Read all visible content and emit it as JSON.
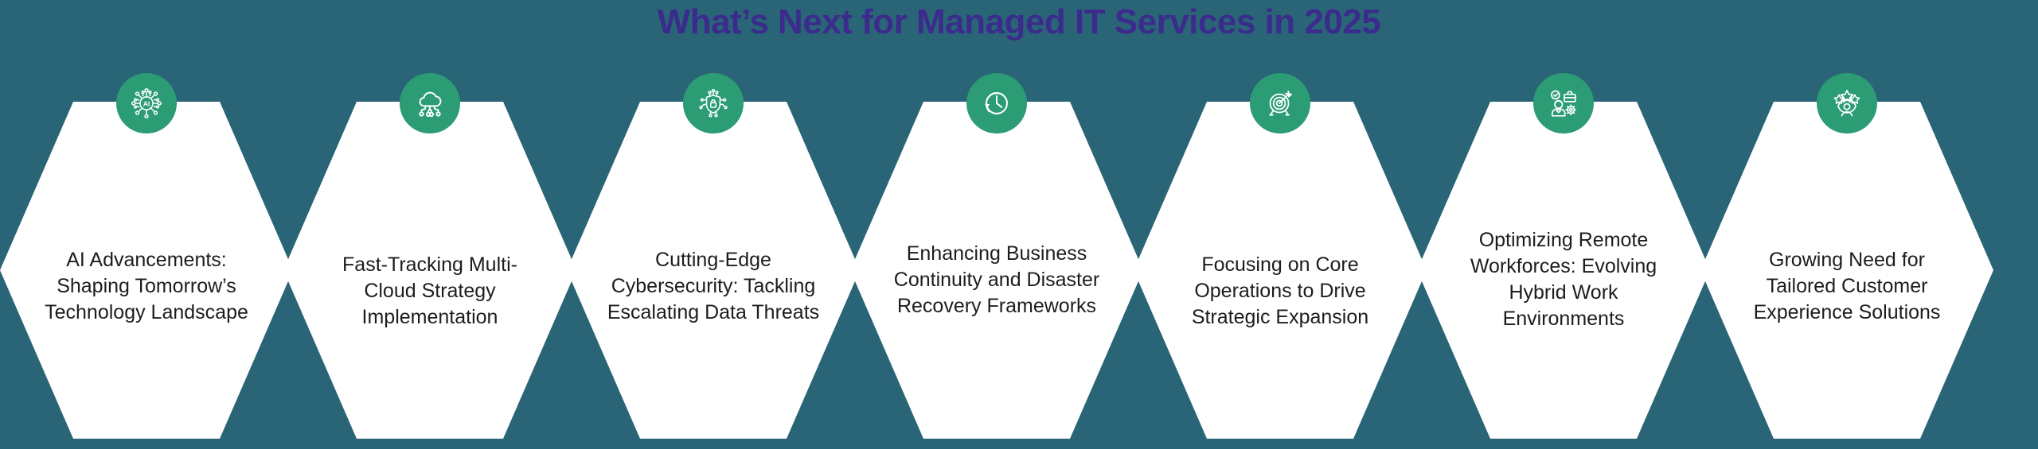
{
  "theme": {
    "background": "#2a6577",
    "hex_fill": "#ffffff",
    "icon_badge": "#2b9c74",
    "title_color": "#3b2b8c",
    "text_color": "#1d1d1d"
  },
  "header": {
    "title": "What’s Next for Managed IT Services in 2025"
  },
  "hexagons": [
    {
      "icon": "ai-chip-icon",
      "text": "AI Advancements: Shaping Tomorrow’s Technology Landscape"
    },
    {
      "icon": "cloud-network-icon",
      "text": "Fast-Tracking Multi-Cloud Strategy Implementation"
    },
    {
      "icon": "shield-lock-circuit-icon",
      "text": "Cutting-Edge Cybersecurity: Tackling Escalating Data Threats"
    },
    {
      "icon": "clock-restore-icon",
      "text": "Enhancing Business Continuity and Disaster Recovery Frameworks"
    },
    {
      "icon": "target-arrow-icon",
      "text": "Focusing on Core Operations to Drive Strategic Expansion"
    },
    {
      "icon": "remote-worker-gear-icon",
      "text": "Optimizing Remote Workforces: Evolving Hybrid Work Environments"
    },
    {
      "icon": "customer-stars-icon",
      "text": "Growing Need for Tailored Customer Experience Solutions"
    }
  ]
}
